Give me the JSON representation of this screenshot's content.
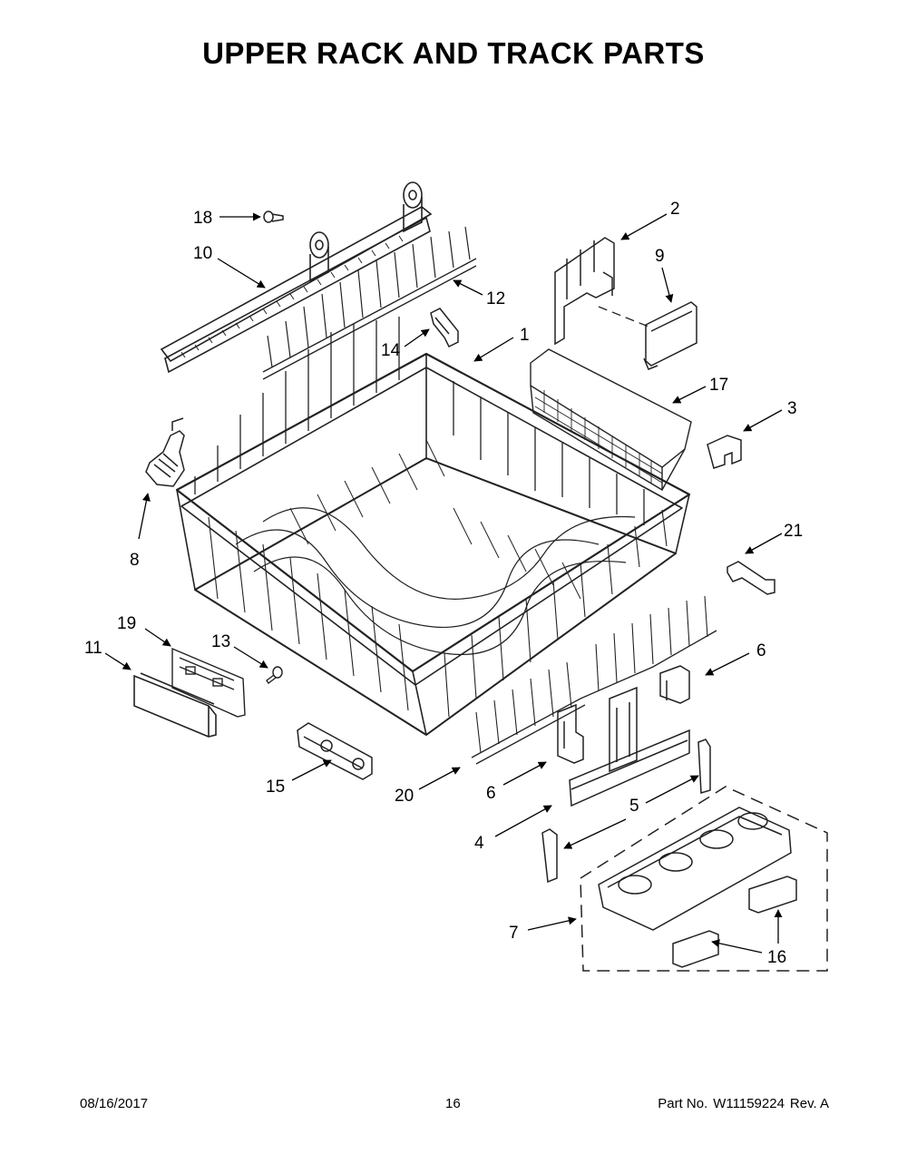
{
  "page": {
    "title": "UPPER RACK AND TRACK PARTS",
    "footer": {
      "date": "08/16/2017",
      "page_number": "16",
      "part_label": "Part No.",
      "part_number": "W11159224",
      "revision": "Rev.  A"
    }
  },
  "callouts": {
    "c1": "1",
    "c2": "2",
    "c3": "3",
    "c4": "4",
    "c5": "5",
    "c6a": "6",
    "c6b": "6",
    "c7": "7",
    "c8": "8",
    "c9": "9",
    "c10": "10",
    "c11": "11",
    "c12": "12",
    "c13": "13",
    "c14": "14",
    "c15": "15",
    "c16": "16",
    "c17": "17",
    "c18": "18",
    "c19": "19",
    "c20": "20",
    "c21": "21"
  }
}
